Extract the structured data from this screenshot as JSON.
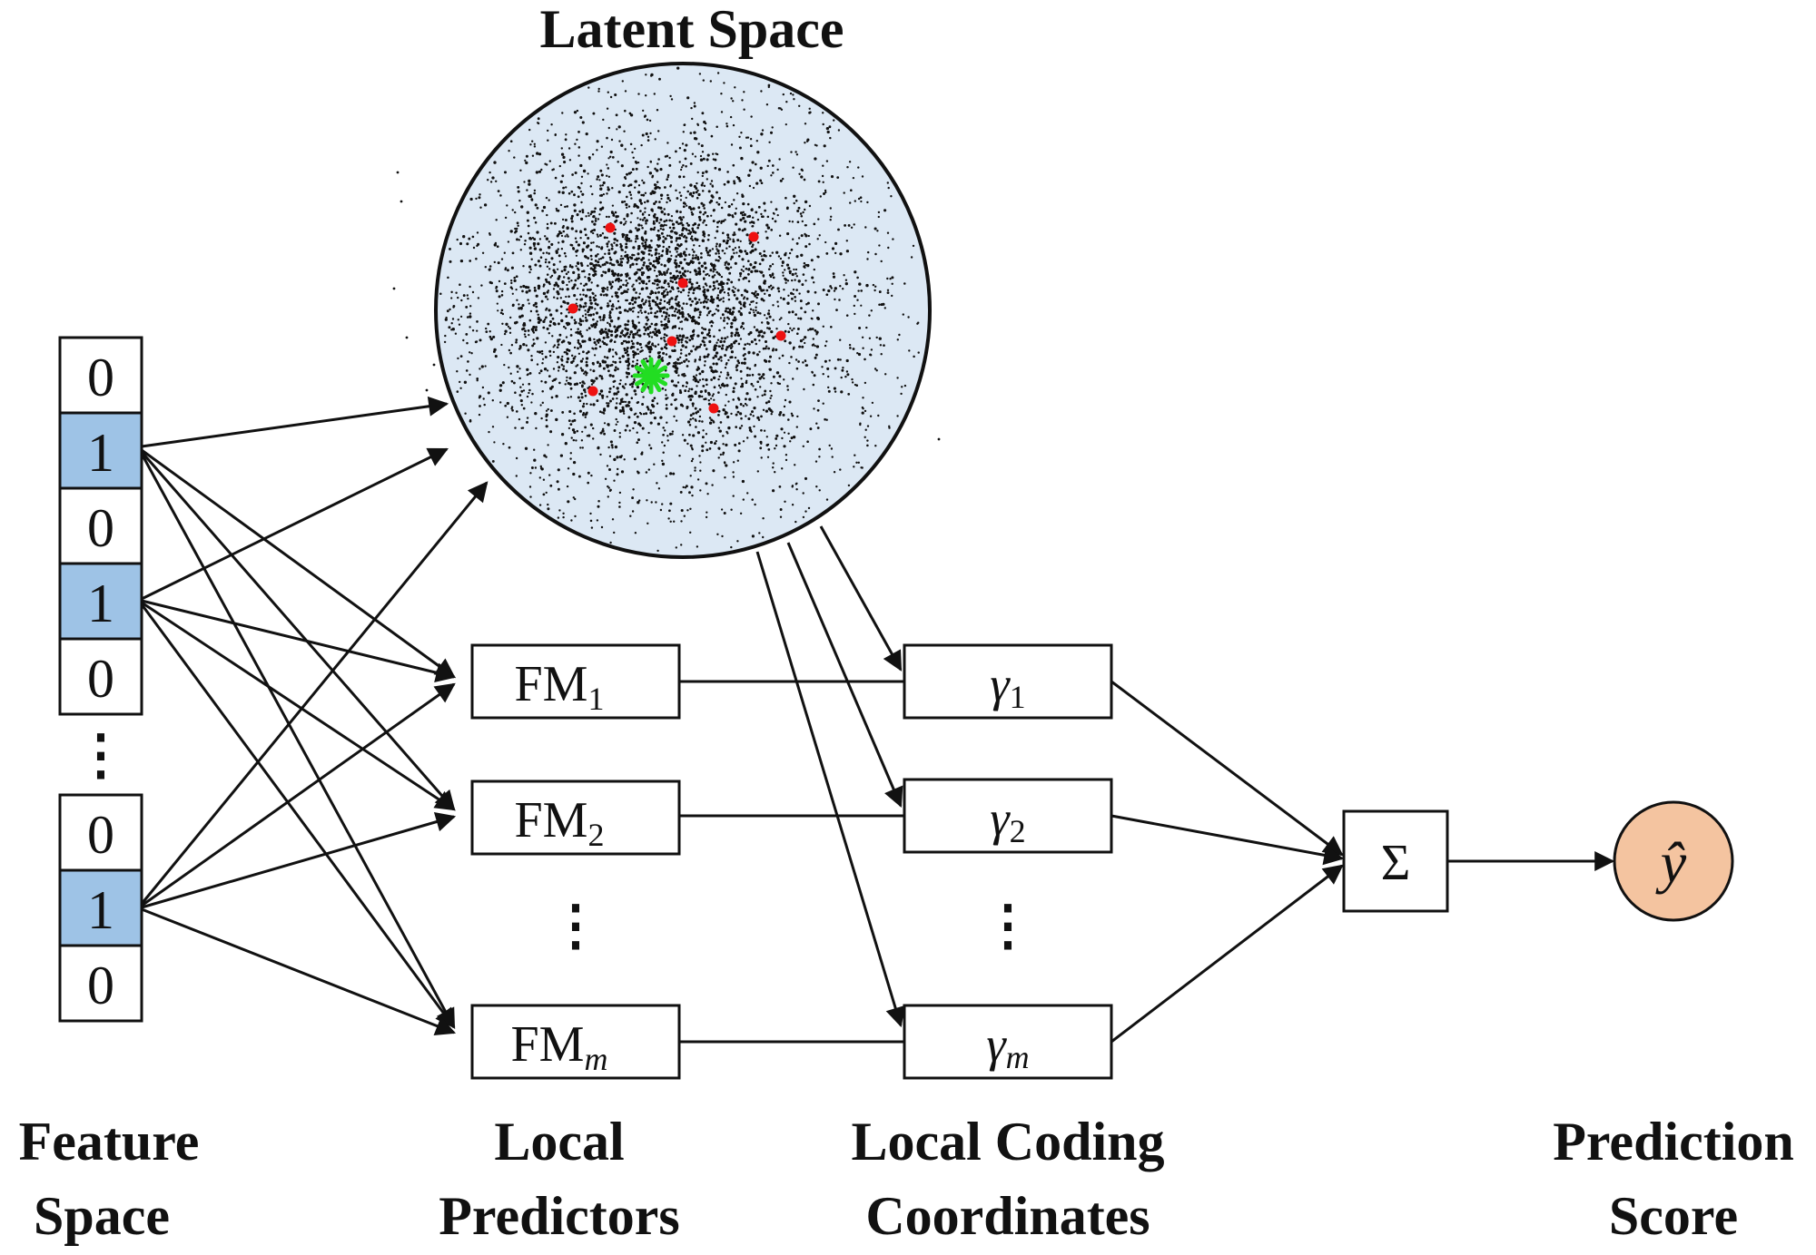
{
  "titles": {
    "latent_space": "Latent Space",
    "feature_space": [
      "Feature",
      "Space"
    ],
    "local_predictors": [
      "Local",
      "Predictors"
    ],
    "local_coding": [
      "Local Coding",
      "Coordinates"
    ],
    "prediction_score": [
      "Prediction",
      "Score"
    ]
  },
  "feature_vector": {
    "top_cells": [
      "0",
      "1",
      "0",
      "1",
      "0"
    ],
    "ellipsis": "⋮",
    "bottom_cells": [
      "0",
      "1",
      "0"
    ]
  },
  "predictors": {
    "fm1": {
      "main": "FM",
      "sub": "1"
    },
    "fm2": {
      "main": "FM",
      "sub": "2"
    },
    "ellipsis": "⋮",
    "fmm": {
      "main": "FM",
      "sub": "m"
    }
  },
  "coordinates": {
    "g1": {
      "main": "γ",
      "sub": "1"
    },
    "g2": {
      "main": "γ",
      "sub": "2"
    },
    "ellipsis": "⋮",
    "gm": {
      "main": "γ",
      "sub": "m"
    }
  },
  "sum_symbol": "Σ",
  "output_symbol": "ŷ",
  "colors": {
    "active_cell": "#9ec3e6",
    "latent_fill": "#dce8f4",
    "output_fill": "#f4c4a0",
    "anchor_points": "#ee1111",
    "query_point": "#22dd22",
    "stroke": "#111111"
  }
}
